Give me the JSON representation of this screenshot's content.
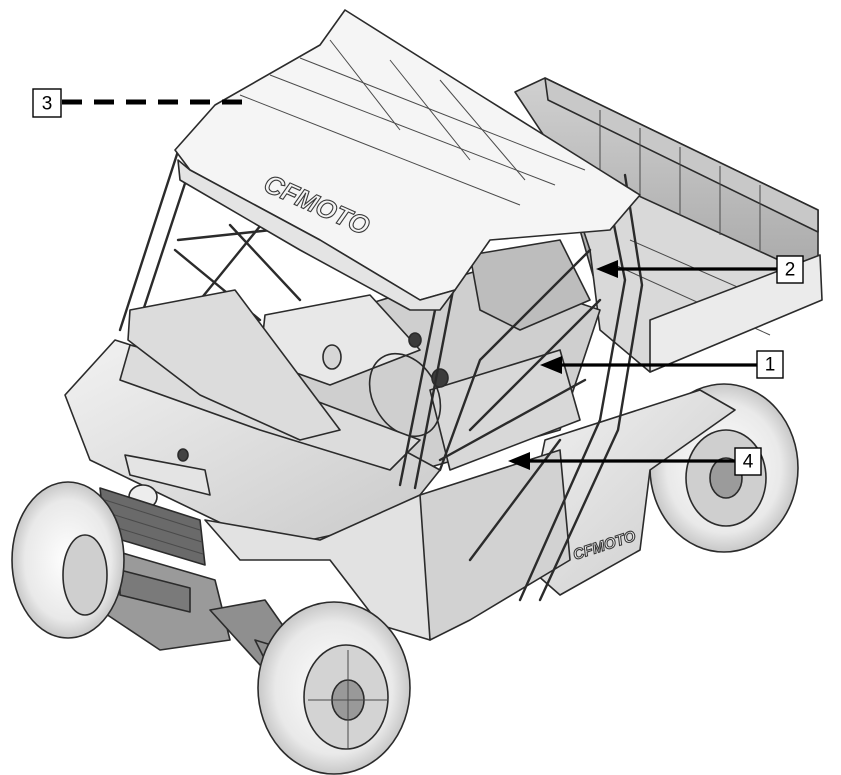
{
  "figure": {
    "brand_mark": "CFMOTO",
    "callouts": [
      {
        "id": "callout-1",
        "label": "1",
        "style": "solid"
      },
      {
        "id": "callout-2",
        "label": "2",
        "style": "solid"
      },
      {
        "id": "callout-3",
        "label": "3",
        "style": "dashed"
      },
      {
        "id": "callout-4",
        "label": "4",
        "style": "solid"
      }
    ],
    "colors": {
      "line": "#000000",
      "body_fill": "#e6e6e6",
      "shadow": "#8a8a8a",
      "dark": "#3c3c3c"
    }
  }
}
